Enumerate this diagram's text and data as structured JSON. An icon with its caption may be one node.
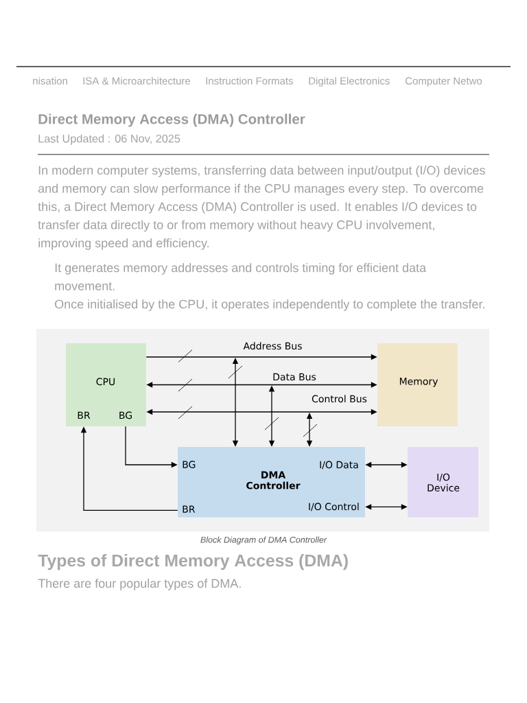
{
  "diagram": {
    "title": "Direct Memory Access (DMA) Controller",
    "caption": "Block Diagram of DMA Controller",
    "nodes": [
      {
        "text": [
          "CPU",
          "BR",
          "BG"
        ]
      },
      {
        "text": [
          "Memory"
        ]
      },
      {
        "text": [
          "DMA Controller",
          "BG",
          "I/O Data",
          "BR",
          "I/O Control"
        ]
      },
      {
        "text": [
          "I/O Device"
        ]
      }
    ],
    "edges": [
      {
        "from": 0,
        "to": 1,
        "arrow": "to",
        "label": "Address Bus"
      },
      {
        "from": 0,
        "to": 1,
        "arrow": "both",
        "label": "Data Bus"
      },
      {
        "from": 0,
        "to": 1,
        "arrow": "both",
        "label": "Control Bus"
      },
      {
        "from": null,
        "to": 2,
        "arrow": "both"
      },
      {
        "from": null,
        "to": 2,
        "arrow": "both"
      },
      {
        "from": null,
        "to": 2,
        "arrow": "both"
      },
      {
        "from": 0,
        "to": 2,
        "arrow": "to"
      },
      {
        "from": 2,
        "to": 0,
        "arrow": "to"
      },
      {
        "from": 2,
        "to": 3,
        "arrow": "both"
      },
      {
        "from": 2,
        "to": 3,
        "arrow": "both"
      }
    ],
    "labels": [
      "nisation",
      "ISA & Microarchitecture",
      "Instruction Formats",
      "Digital Electronics",
      "Computer Netwo",
      "Last Updated : 06 Nov, 2025",
      "In modern computer systems, transferring data between input/output (I/O) devices and memory can slow performance if the CPU manages every step. To overcome this, a Direct Memory Access (DMA) Controller is used. It enables I/O devices to transfer data directly to or from memory without heavy CPU involvement, improving speed and efficiency.",
      "It generates memory addresses and controls timing for efficient data movement.",
      "Once initialised by the CPU, it operates independently to complete the transfer.",
      "Types of Direct Memory Access (DMA)",
      "There are four popular types of DMA."
    ]
  }
}
